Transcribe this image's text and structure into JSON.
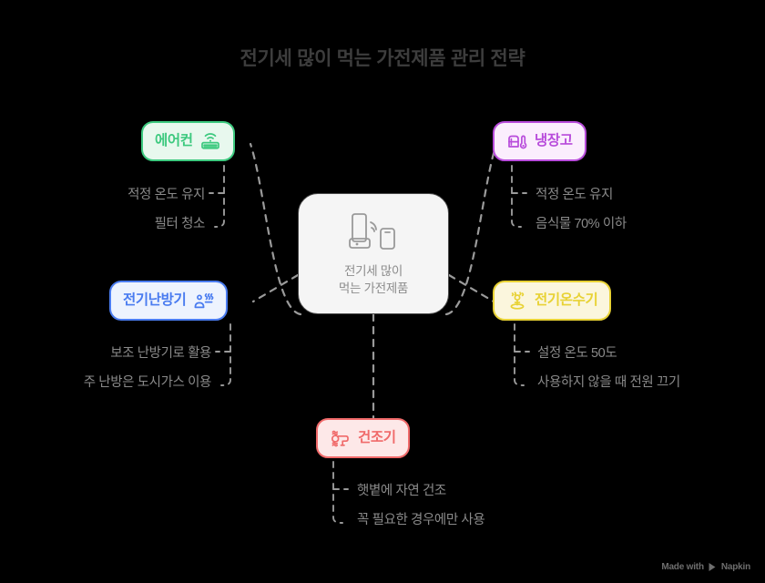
{
  "title": "전기세 많이 먹는 가전제품 관리 전략",
  "center": {
    "label": "전기세 많이\n먹는 가전제품",
    "icon": "smart-appliance-icon",
    "fill": "#f5f5f5",
    "border": "#4a4a4a",
    "text": "#8c8c8c"
  },
  "branches": [
    {
      "id": "aircon",
      "label": "에어컨",
      "icon": "air-conditioner-icon",
      "color": "#3dc97f",
      "fill": "#e8f8ee",
      "items": [
        "적정 온도 유지",
        "필터 청소"
      ]
    },
    {
      "id": "fridge",
      "label": "냉장고",
      "icon": "refrigerator-thermometer-icon",
      "color": "#b84cdb",
      "fill": "#fbeefd",
      "items": [
        "적정 온도 유지",
        "음식물 70% 이하"
      ]
    },
    {
      "id": "heater",
      "label": "전기난방기",
      "icon": "electric-heater-icon",
      "color": "#4a7cf0",
      "fill": "#edf3fe",
      "items": [
        "보조 난방기로 활용",
        "주 난방은 도시가스 이용"
      ]
    },
    {
      "id": "waterheater",
      "label": "전기온수기",
      "icon": "water-heater-icon",
      "color": "#e8d235",
      "fill": "#fbf6dd",
      "items": [
        "설정 온도 50도",
        "사용하지 않을 때 전원 끄기"
      ]
    },
    {
      "id": "dryer",
      "label": "건조기",
      "icon": "hair-dryer-icon",
      "color": "#f06a6a",
      "fill": "#fde8e8",
      "items": [
        "햇볕에 자연 건조",
        "꼭 필요한 경우에만 사용"
      ]
    }
  ],
  "watermark": {
    "text": "Made with",
    "brand": "Napkin"
  },
  "connector_color": "#9a9a9a",
  "background": "#000000"
}
